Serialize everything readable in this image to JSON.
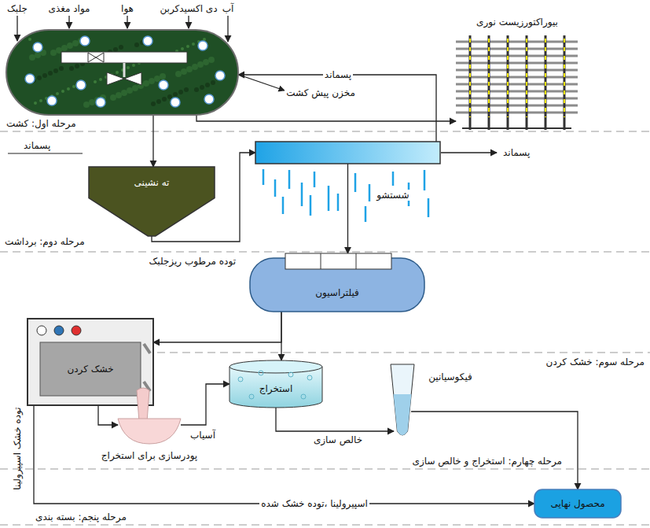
{
  "diagram": {
    "nodes": [
      {
        "text": [
          "مخزن پیش کشت"
        ]
      },
      {
        "text": [
          "بیوراکتورزیست نوری"
        ]
      },
      {
        "text": [
          "ته نشینی"
        ]
      },
      {
        "text": [
          "شستشو"
        ]
      },
      {
        "text": [
          "فیلتراسیون"
        ]
      },
      {
        "text": [
          "خشک کردن"
        ]
      },
      {
        "text": [
          "پودرسازی برای استخراج"
        ]
      },
      {
        "text": [
          "استخراج"
        ]
      },
      {
        "text": [
          "فیکوسیانین"
        ]
      },
      {
        "text": [
          "محصول نهایی"
        ]
      }
    ],
    "edges": [
      {
        "from": 0,
        "to": 2,
        "arrow": "to"
      },
      {
        "from": 0,
        "to": 1,
        "arrow": "to"
      },
      {
        "from": 2,
        "to": 3,
        "arrow": "to"
      },
      {
        "from": 3,
        "to": 0,
        "label": "پسماند",
        "arrow": "to"
      },
      {
        "from": 3,
        "to": 4,
        "arrow": "to"
      },
      {
        "from": 4,
        "to": 5,
        "arrow": "to"
      },
      {
        "from": 4,
        "to": 7,
        "arrow": "to"
      },
      {
        "from": 5,
        "to": 6,
        "arrow": "to"
      },
      {
        "from": 6,
        "to": 7,
        "label": "آسیاب",
        "arrow": "to"
      },
      {
        "from": 7,
        "to": 8,
        "label": "خالص سازی",
        "arrow": "to"
      },
      {
        "from": 8,
        "to": 9,
        "arrow": "to"
      },
      {
        "from": 5,
        "to": 9,
        "label": "اسپیرولینا ،توده خشک شده",
        "arrow": "to"
      }
    ],
    "labels": [
      "جلبک",
      "مواد مغذی",
      "هوا",
      "دی اکسیدکربن",
      "آب",
      "مرحله اول: کشت",
      "پسماند",
      "مرحله دوم: برداشت",
      "توده مرطوب ریزجلبک",
      "پسماند",
      "مرحله سوم: خشک کردن",
      "توده خشک اسپیرولینا",
      "مرحله چهارم: استخراج و خالص سازی",
      "مرحله پنجم: بسته بندی"
    ]
  }
}
